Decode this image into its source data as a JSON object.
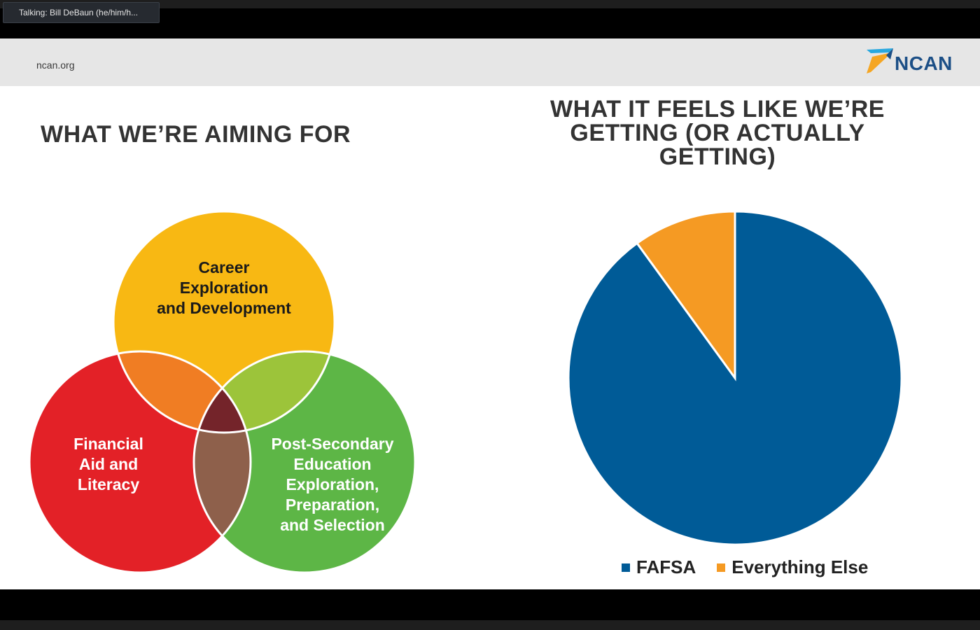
{
  "meeting": {
    "talking_indicator": "Talking: Bill DeBaun (he/him/h..."
  },
  "slide": {
    "header": {
      "url": "ncan.org",
      "logo_text": "NCAN",
      "logo_colors": {
        "stripe_blue": "#29a8df",
        "stripe_orange": "#f5a623",
        "text": "#1c4f86"
      }
    },
    "left": {
      "title": "WHAT WE’RE AIMING FOR",
      "venn": {
        "circles": [
          {
            "lines": [
              "Career",
              "Exploration",
              "and Development"
            ],
            "color": "#f8b813"
          },
          {
            "lines": [
              "Financial",
              "Aid and",
              "Literacy"
            ],
            "color": "#e32127"
          },
          {
            "lines": [
              "Post-Secondary",
              "Education",
              "Exploration,",
              "Preparation,",
              "and Selection"
            ],
            "color": "#5db646"
          }
        ],
        "overlap_colors": {
          "yellow_red": "#f07d23",
          "yellow_green": "#9cc43a",
          "red_green": "#8e604b",
          "center": "#74242a"
        }
      }
    },
    "right": {
      "title_lines": [
        "WHAT IT FEELS LIKE WE’RE",
        "GETTING (OR ACTUALLY",
        "GETTING)"
      ]
    }
  },
  "chart_data": {
    "type": "pie",
    "slices": [
      {
        "label": "FAFSA",
        "value": 90,
        "color": "#005b97"
      },
      {
        "label": "Everything Else",
        "value": 10,
        "color": "#f59a23"
      }
    ],
    "legend": [
      "FAFSA",
      "Everything Else"
    ],
    "legend_position": "bottom"
  }
}
